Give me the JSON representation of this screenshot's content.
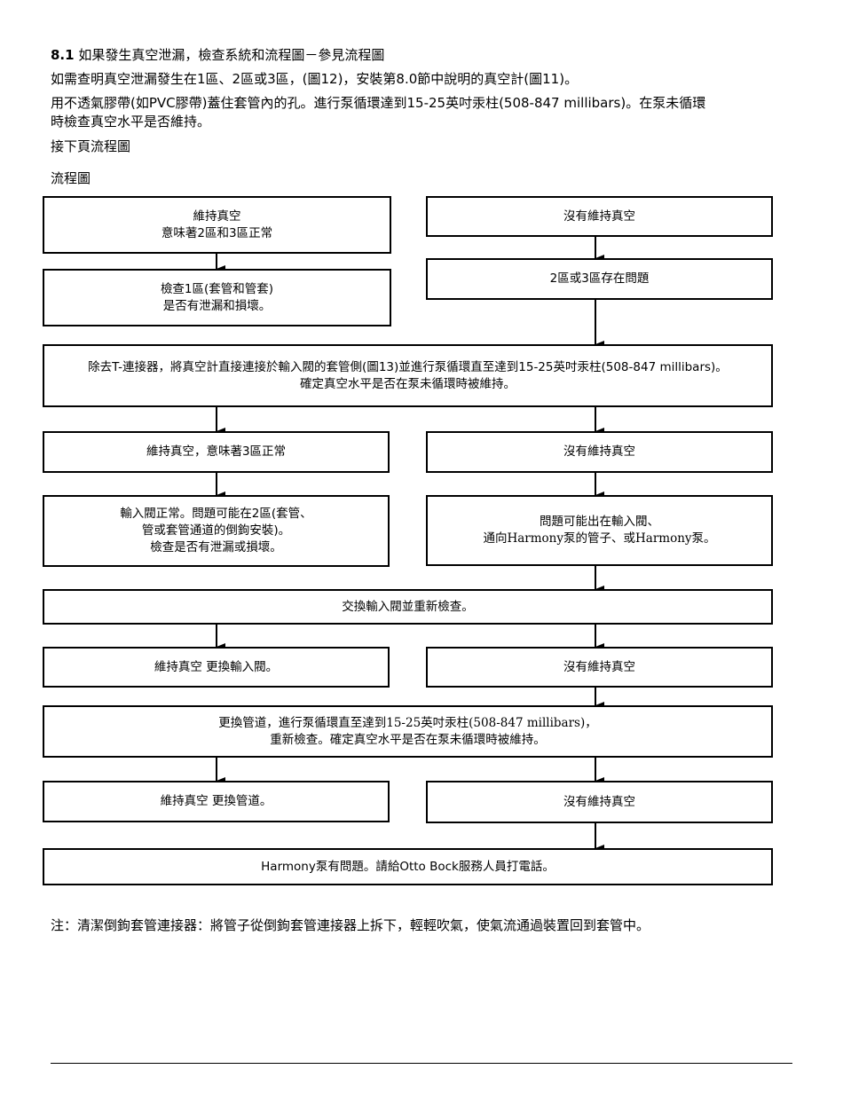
{
  "intro": {
    "heading_num": "8.1",
    "heading_text": "如果發生真空泄漏，檢查系統和流程圖－參見流程圖",
    "line1": "如需查明真空泄漏發生在1區、2區或3區，(圖12)，安裝第8.0節中說明的真空計(圖11)。",
    "line2": "用不透氣膠帶(如PVC膠帶)蓋住套管內的孔。進行泵循環達到15-25英吋汞柱(508-847 millibars)。在泵未循環",
    "line3": "時檢查真空水平是否維持。",
    "next_page": "接下頁流程圖",
    "flowchart_label": "流程圖"
  },
  "flow": {
    "b1": "維持真空\n意味著2區和3區正常",
    "b2": "沒有維持真空",
    "b3": "檢查1區(套管和管套)\n是否有泄漏和損壞。",
    "b4": "2區或3區存在問題",
    "b5": "除去T-連接器，將真空計直接連接於輸入閥的套管側(圖13)並進行泵循環直至達到15-25英吋汞柱(508-847 millibars)。\n確定真空水平是否在泵未循環時被維持。",
    "b6": "維持真空，意味著3區正常",
    "b7": "沒有維持真空",
    "b8": "輸入閥正常。問題可能在2區(套管、\n管或套管通道的倒鉤安裝)。\n檢查是否有泄漏或損壞。",
    "b9": "問題可能出在輸入閥、\n通向Harmony泵的管子、或Harmony泵。",
    "b10": "交換輸入閥並重新檢查。",
    "b11": "維持真空 更換輸入閥。",
    "b12": "沒有維持真空",
    "b13": "更換管道，進行泵循環直至達到15-25英吋汞柱(508-847 millibars)，\n重新檢查。確定真空水平是否在泵未循環時被維持。",
    "b14": "維持真空 更換管道。",
    "b15": "沒有維持真空",
    "b16": "Harmony泵有問題。請給Otto Bock服務人員打電話。"
  },
  "note": "注：清潔倒鉤套管連接器：將管子從倒鉤套管連接器上拆下，輕輕吹氣，使氣流通過裝置回到套管中。"
}
